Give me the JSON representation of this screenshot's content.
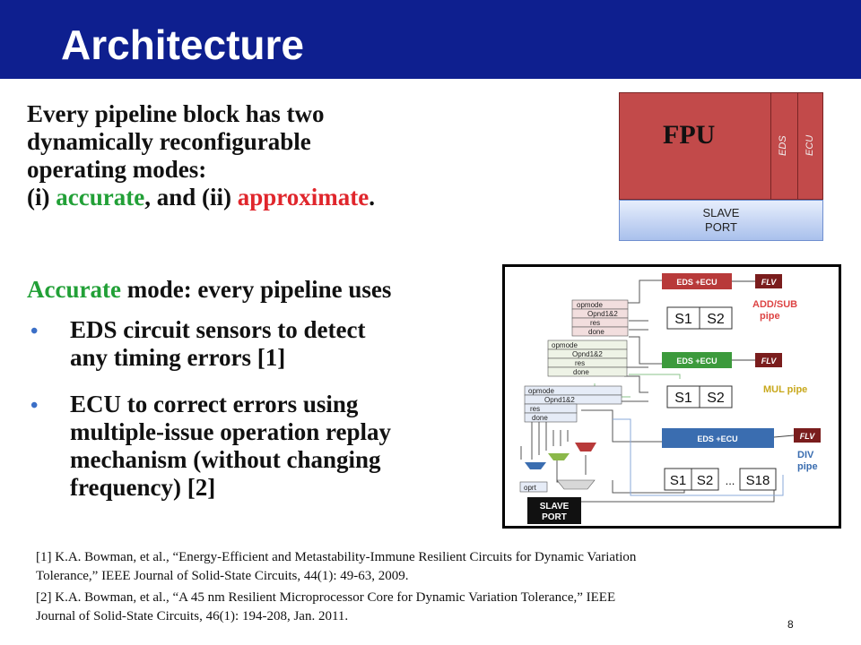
{
  "slide": {
    "title": "Architecture",
    "intro": {
      "line1": "Every pipeline block has two",
      "line2": "dynamically reconfigurable",
      "line3": "operating modes:",
      "line4_a": "(i) ",
      "line4_accurate": "accurate",
      "line4_b": ", and (ii) ",
      "line4_approximate": "approximate",
      "line4_c": "."
    },
    "accurate_mode": {
      "word": "Accurate",
      "rest": " mode: every pipeline uses"
    },
    "bullets": [
      {
        "line1": "EDS circuit sensors to detect",
        "line2": "any timing errors [1]"
      },
      {
        "line1": "ECU to correct errors using",
        "line2": "multiple-issue operation replay",
        "line3": "mechanism (without changing",
        "line4": "frequency) [2]"
      }
    ],
    "bullet_glyph": "•",
    "fpu_block": {
      "fpu": "FPU",
      "eds": "EDS",
      "ecu": "ECU",
      "slave1": "SLAVE",
      "slave2": "PORT"
    },
    "diagram": {
      "eds_ecu": "EDS +ECU",
      "eds_ecu_div": "EDS +ECU",
      "flv": "FLV",
      "s1": "S1",
      "s2": "S2",
      "s18": "S18",
      "ellipsis": "...",
      "add_sub_1": "ADD/SUB",
      "add_sub_2": "pipe",
      "mul_pipe": "MUL pipe",
      "div_1": "DIV",
      "div_2": "pipe",
      "opmode": "opmode",
      "opnd": "Opnd1&2",
      "res": "res",
      "done": "done",
      "oprt": "oprt",
      "slave1": "SLAVE",
      "slave2": "PORT"
    },
    "references": {
      "r1_line1": "[1] K.A. Bowman, et al., “Energy-Efficient and Metastability-Immune Resilient Circuits for Dynamic Variation",
      "r1_line2": "Tolerance,” IEEE Journal of Solid-State Circuits, 44(1): 49-63, 2009.",
      "r2_line1": "[2] K.A. Bowman, et al., “A 45 nm Resilient Microprocessor Core for Dynamic Variation Tolerance,” IEEE",
      "r2_line2": "Journal of Solid-State Circuits, 46(1): 194-208, Jan. 2011."
    },
    "page_number": "8",
    "colors": {
      "title_bar": "#0e1f8f",
      "accurate": "#22a037",
      "approximate": "#e0262c",
      "fpu": "#c24a4a",
      "eds_ecu": "#b83a3a",
      "eds_ecu_mul": "#3c9a3c",
      "eds_ecu_div": "#3a6db0",
      "flv": "#7a1d1d"
    }
  }
}
